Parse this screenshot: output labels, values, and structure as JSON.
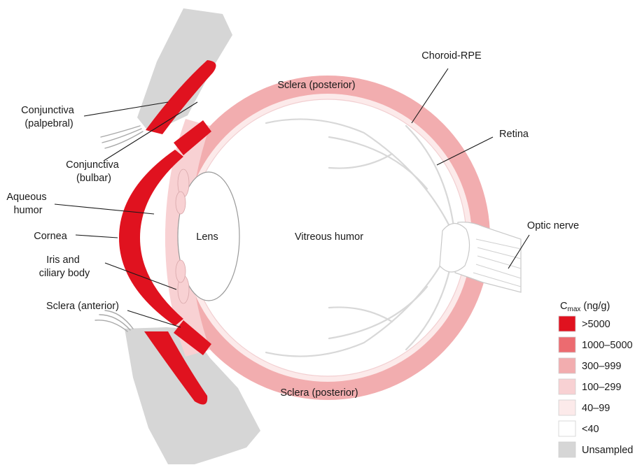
{
  "labels": {
    "conj_palpebral": [
      "Conjunctiva",
      "(palpebral)"
    ],
    "conj_bulbar": [
      "Conjunctiva",
      "(bulbar)"
    ],
    "aqueous": [
      "Aqueous",
      "humor"
    ],
    "cornea": "Cornea",
    "iris": [
      "Iris and",
      "ciliary body"
    ],
    "sclera_anterior": "Sclera (anterior)",
    "lens": "Lens",
    "vitreous": "Vitreous humor",
    "sclera_posterior_top": "Sclera (posterior)",
    "sclera_posterior_bottom": "Sclera (posterior)",
    "choroid": "Choroid-RPE",
    "retina": "Retina",
    "optic_nerve": "Optic nerve"
  },
  "legend": {
    "title_main": "C",
    "title_sub": "max",
    "title_unit": " (ng/g)",
    "items": [
      {
        "label": ">5000",
        "color": "#e0121f"
      },
      {
        "label": "1000–5000",
        "color": "#ec6b70"
      },
      {
        "label": "300–999",
        "color": "#f2adaf"
      },
      {
        "label": "100–299",
        "color": "#f8d1d3"
      },
      {
        "label": "40–99",
        "color": "#fceaea"
      },
      {
        "label": "<40",
        "color": "#ffffff"
      },
      {
        "label": "Unsampled",
        "color": "#d6d6d6"
      }
    ]
  },
  "colors": {
    "high": "#e0121f",
    "mid": "#f2adaf",
    "low": "#f8d1d3",
    "faint": "#fceaea",
    "unsampled": "#d6d6d6"
  }
}
